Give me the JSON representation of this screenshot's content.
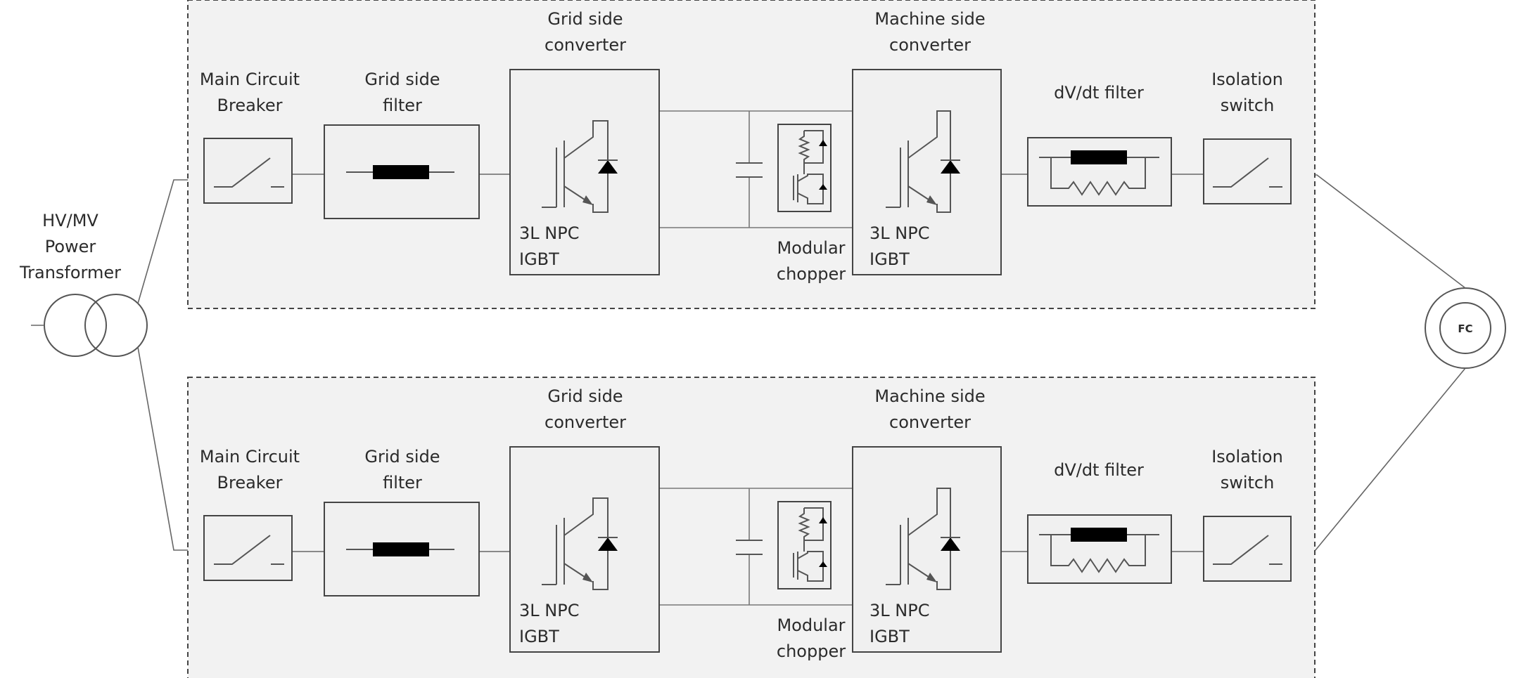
{
  "transformer": {
    "line1": "HV/MV",
    "line2": "Power",
    "line3": "Transformer"
  },
  "generator": {
    "label": "FC"
  },
  "channels": [
    {
      "main_circuit_breaker": [
        "Main Circuit",
        "Breaker"
      ],
      "grid_side_filter": [
        "Grid side",
        "filter"
      ],
      "grid_side_converter": [
        "Grid side",
        "converter"
      ],
      "grid_side_igbt": [
        "3L NPC",
        "IGBT"
      ],
      "modular_chopper": [
        "Modular",
        "chopper"
      ],
      "machine_side_converter": [
        "Machine side",
        "converter"
      ],
      "machine_side_igbt": [
        "3L NPC",
        "IGBT"
      ],
      "dvdt_filter": "dV/dt filter",
      "isolation_switch": [
        "Isolation",
        "switch"
      ]
    },
    {
      "main_circuit_breaker": [
        "Main Circuit",
        "Breaker"
      ],
      "grid_side_filter": [
        "Grid side",
        "filter"
      ],
      "grid_side_converter": [
        "Grid side",
        "converter"
      ],
      "grid_side_igbt": [
        "3L NPC",
        "IGBT"
      ],
      "modular_chopper": [
        "Modular",
        "chopper"
      ],
      "machine_side_converter": [
        "Machine side",
        "converter"
      ],
      "machine_side_igbt": [
        "3L NPC",
        "IGBT"
      ],
      "dvdt_filter": "dV/dt filter",
      "isolation_switch": [
        "Isolation",
        "switch"
      ]
    }
  ]
}
